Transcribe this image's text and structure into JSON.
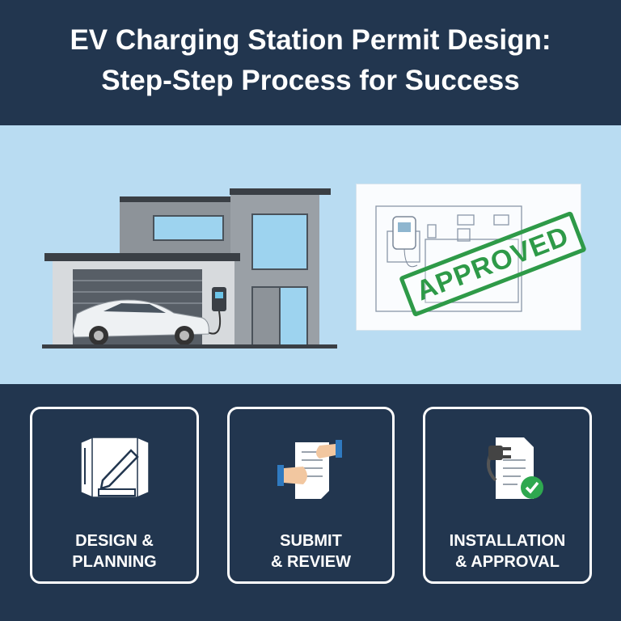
{
  "header": {
    "title_line1": "EV Charging Station Permit Design:",
    "title_line2": "Step-Step Process for Success"
  },
  "hero": {
    "stamp_text": "APPROVED"
  },
  "steps": [
    {
      "line1": "DESIGN &",
      "line2": "PLANNING",
      "icon": "blueprint-pencil-icon"
    },
    {
      "line1": "SUBMIT",
      "line2": "& REVIEW",
      "icon": "document-handoff-icon"
    },
    {
      "line1": "INSTALLATION",
      "line2": "& APPROVAL",
      "icon": "plug-document-check-icon"
    }
  ],
  "colors": {
    "navy": "#22364f",
    "sky": "#b9dcf2",
    "stamp_green": "#2e9a48",
    "check_green": "#2ea84f"
  }
}
